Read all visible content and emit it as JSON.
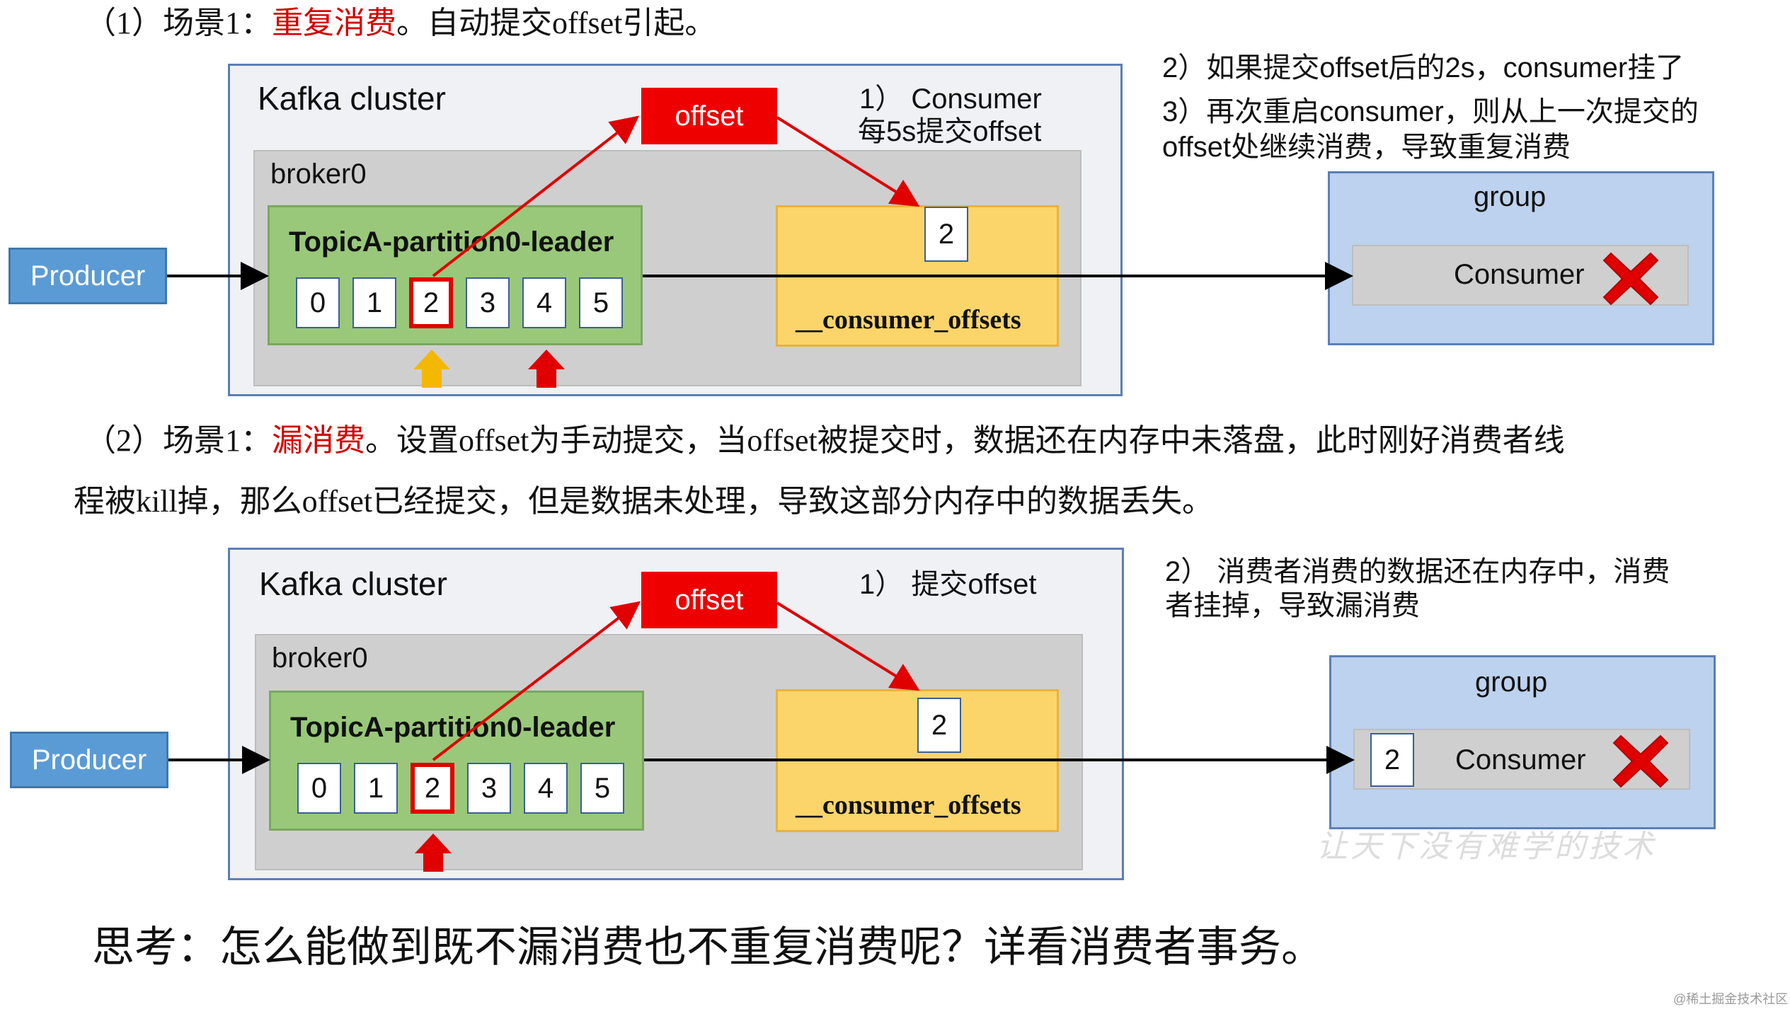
{
  "scenario1": {
    "heading_prefix": "（1）场景1：",
    "heading_highlight": "重复消费",
    "heading_suffix": "。自动提交offset引起。",
    "cluster_label": "Kafka cluster",
    "broker_label": "broker0",
    "topic_label": "TopicA-partition0-leader",
    "partitions": [
      "0",
      "1",
      "2",
      "3",
      "4",
      "5"
    ],
    "offset_label": "offset",
    "offsets_topic_label": "__consumer_offsets",
    "offsets_value": "2",
    "producer_label": "Producer",
    "group_label": "group",
    "consumer_label": "Consumer",
    "step1_line1": "1） Consumer",
    "step1_line2": "每5s提交offset",
    "note_line1": "2）如果提交offset后的2s，consumer挂了",
    "note_line2": "3）再次重启consumer，则从上一次提交的",
    "note_line3": "offset处继续消费，导致重复消费",
    "arrow_colors": [
      "#f5b800",
      "#e00000"
    ]
  },
  "scenario2": {
    "heading_prefix": "（2）场景1：",
    "heading_highlight": "漏消费",
    "heading_suffix": "。设置offset为手动提交，当offset被提交时，数据还在内存中未落盘，此时刚好消费者线",
    "heading_line2": "程被kill掉，那么offset已经提交，但是数据未处理，导致这部分内存中的数据丢失。",
    "cluster_label": "Kafka cluster",
    "broker_label": "broker0",
    "topic_label": "TopicA-partition0-leader",
    "partitions": [
      "0",
      "1",
      "2",
      "3",
      "4",
      "5"
    ],
    "offset_label": "offset",
    "offsets_topic_label": "__consumer_offsets",
    "offsets_value": "2",
    "producer_label": "Producer",
    "group_label": "group",
    "consumer_label": "Consumer",
    "consumer_value": "2",
    "step1": "1） 提交offset",
    "note_line1": "2） 消费者消费的数据还在内存中，消费",
    "note_line2": "者挂掉，导致漏消费"
  },
  "footer": {
    "question": "思考：怎么能做到既不漏消费也不重复消费呢？详看消费者事务。",
    "watermark": "让天下没有难学的技术",
    "credit": "@稀土掘金技术社区"
  },
  "colors": {
    "highlight_red": "#d40000",
    "arrow_red": "#e00000",
    "arrow_yellow": "#f5b800"
  }
}
